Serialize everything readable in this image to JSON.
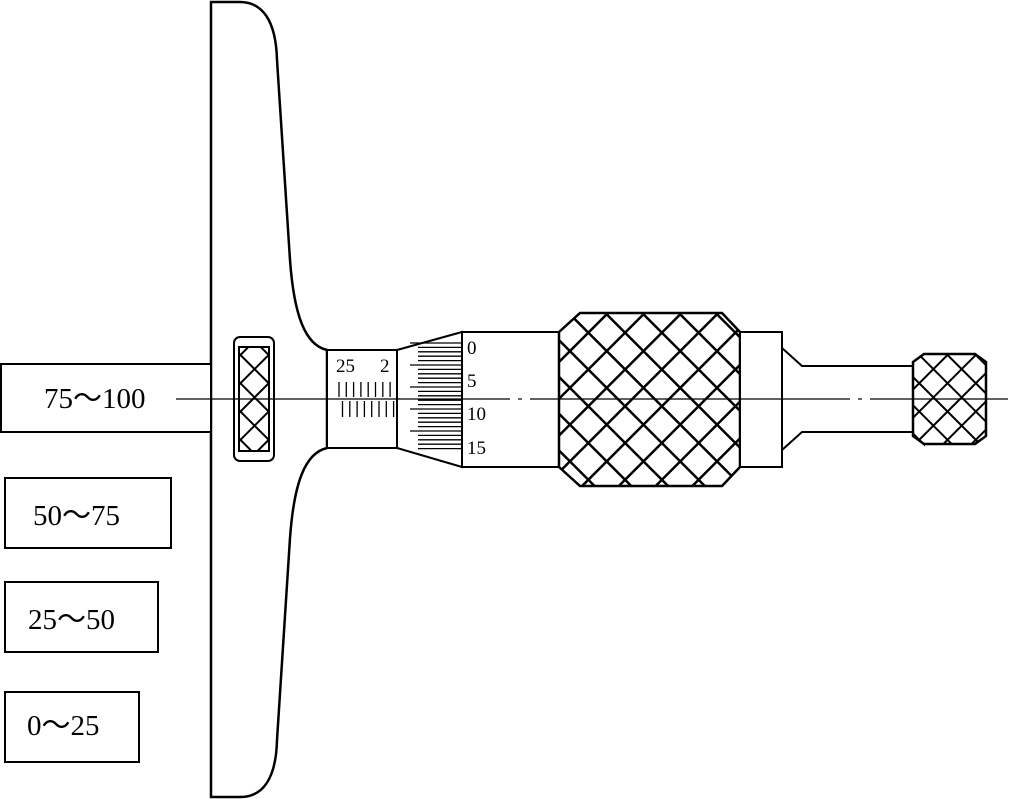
{
  "rods": [
    {
      "label": "75～100",
      "attached": true
    },
    {
      "label": "50～75",
      "attached": false
    },
    {
      "label": "25～50",
      "attached": false
    },
    {
      "label": "0～25",
      "attached": false
    }
  ],
  "sleeve_scale": {
    "labels": [
      "25",
      "2"
    ]
  },
  "thimble_scale": {
    "labels": [
      "0",
      "5",
      "10",
      "15"
    ]
  }
}
